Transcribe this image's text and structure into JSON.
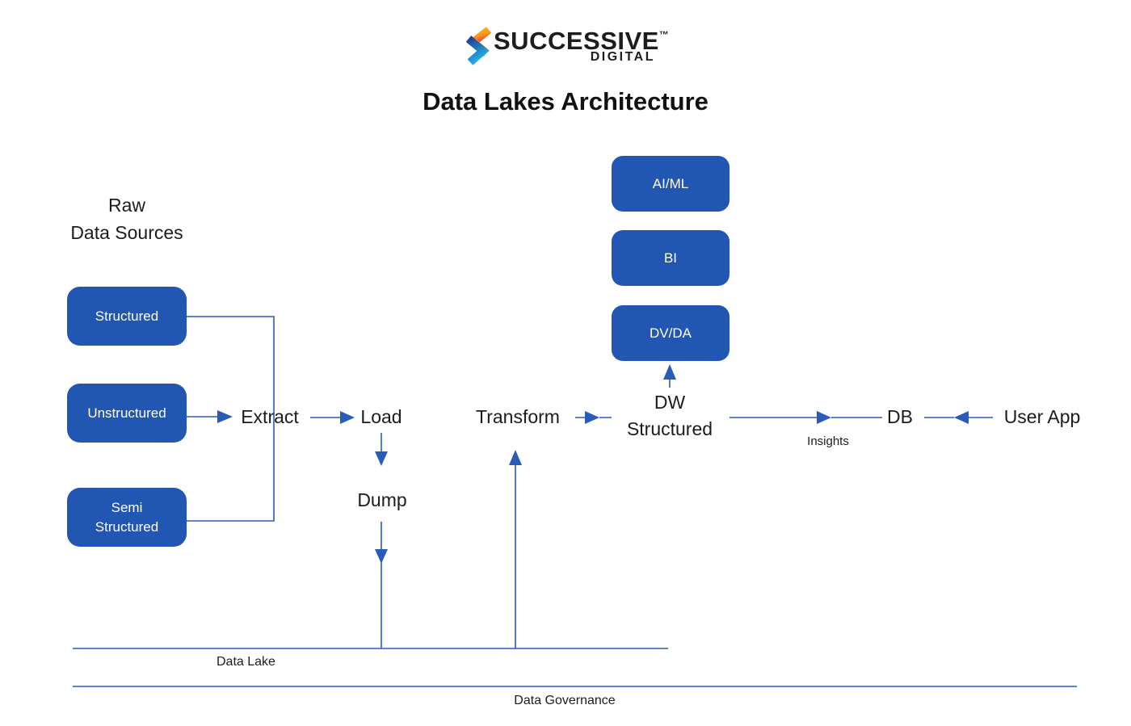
{
  "logo": {
    "brand": "SUCCESSIVE",
    "trademark": "™",
    "subtext": "DIGITAL"
  },
  "title": "Data Lakes Architecture",
  "raw_sources": {
    "heading_line1": "Raw",
    "heading_line2": "Data Sources",
    "boxes": [
      {
        "label": "Structured"
      },
      {
        "label": "Unstructured"
      },
      {
        "label": "Semi Structured"
      }
    ]
  },
  "pipeline": {
    "extract": "Extract",
    "load": "Load",
    "dump": "Dump",
    "transform": "Transform",
    "dw_line1": "DW",
    "dw_line2": "Structured",
    "db": "DB",
    "user_app": "User App",
    "insights": "Insights"
  },
  "outputs": [
    {
      "label": "AI/ML"
    },
    {
      "label": "BI"
    },
    {
      "label": "DV/DA"
    }
  ],
  "zones": {
    "data_lake": "Data Lake",
    "data_governance": "Data Governance"
  },
  "colors": {
    "node_blue": "#2256b3",
    "connector_blue": "#2a5bb7",
    "text_dark": "#1c1c1c",
    "logo_yellow": "#fdb813",
    "logo_orange": "#f1592a",
    "logo_dark_blue": "#2b3990",
    "logo_light_blue": "#29abe2"
  }
}
